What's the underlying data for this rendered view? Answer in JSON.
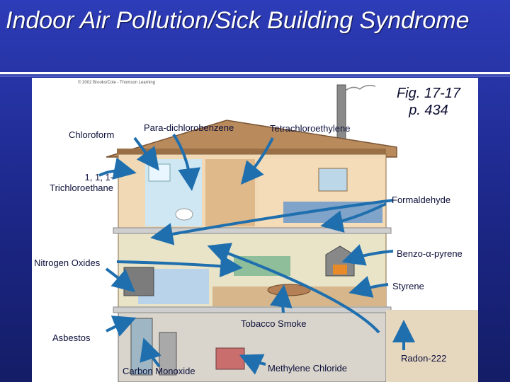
{
  "slide": {
    "title": "Indoor Air Pollution/Sick Building Syndrome",
    "figure_ref_line1": "Fig. 17-17",
    "figure_ref_line2": "p. 434",
    "copyright": "© 2002 Brooks/Cole - Thomson Learning"
  },
  "pollutants": {
    "chloroform": "Chloroform",
    "para_dichlorobenzene": "Para-dichlorobenzene",
    "tetrachloroethylene": "Tetrachloroethylene",
    "trichloroethane_line1": "1, 1, 1-",
    "trichloroethane_line2": "Trichloroethane",
    "formaldehyde": "Formaldehyde",
    "nitrogen_oxides": "Nitrogen Oxides",
    "benzo_pyrene": "Benzo-α-pyrene",
    "styrene": "Styrene",
    "tobacco_smoke": "Tobacco Smoke",
    "asbestos": "Asbestos",
    "carbon_monoxide": "Carbon Monoxide",
    "methylene_chloride": "Methylene Chloride",
    "radon": "Radon-222"
  },
  "colors": {
    "arrow": "#1f6fae",
    "roof": "#b88a5c",
    "wall": "#f1d9b5",
    "slide_bg": "#1d2a8f"
  }
}
